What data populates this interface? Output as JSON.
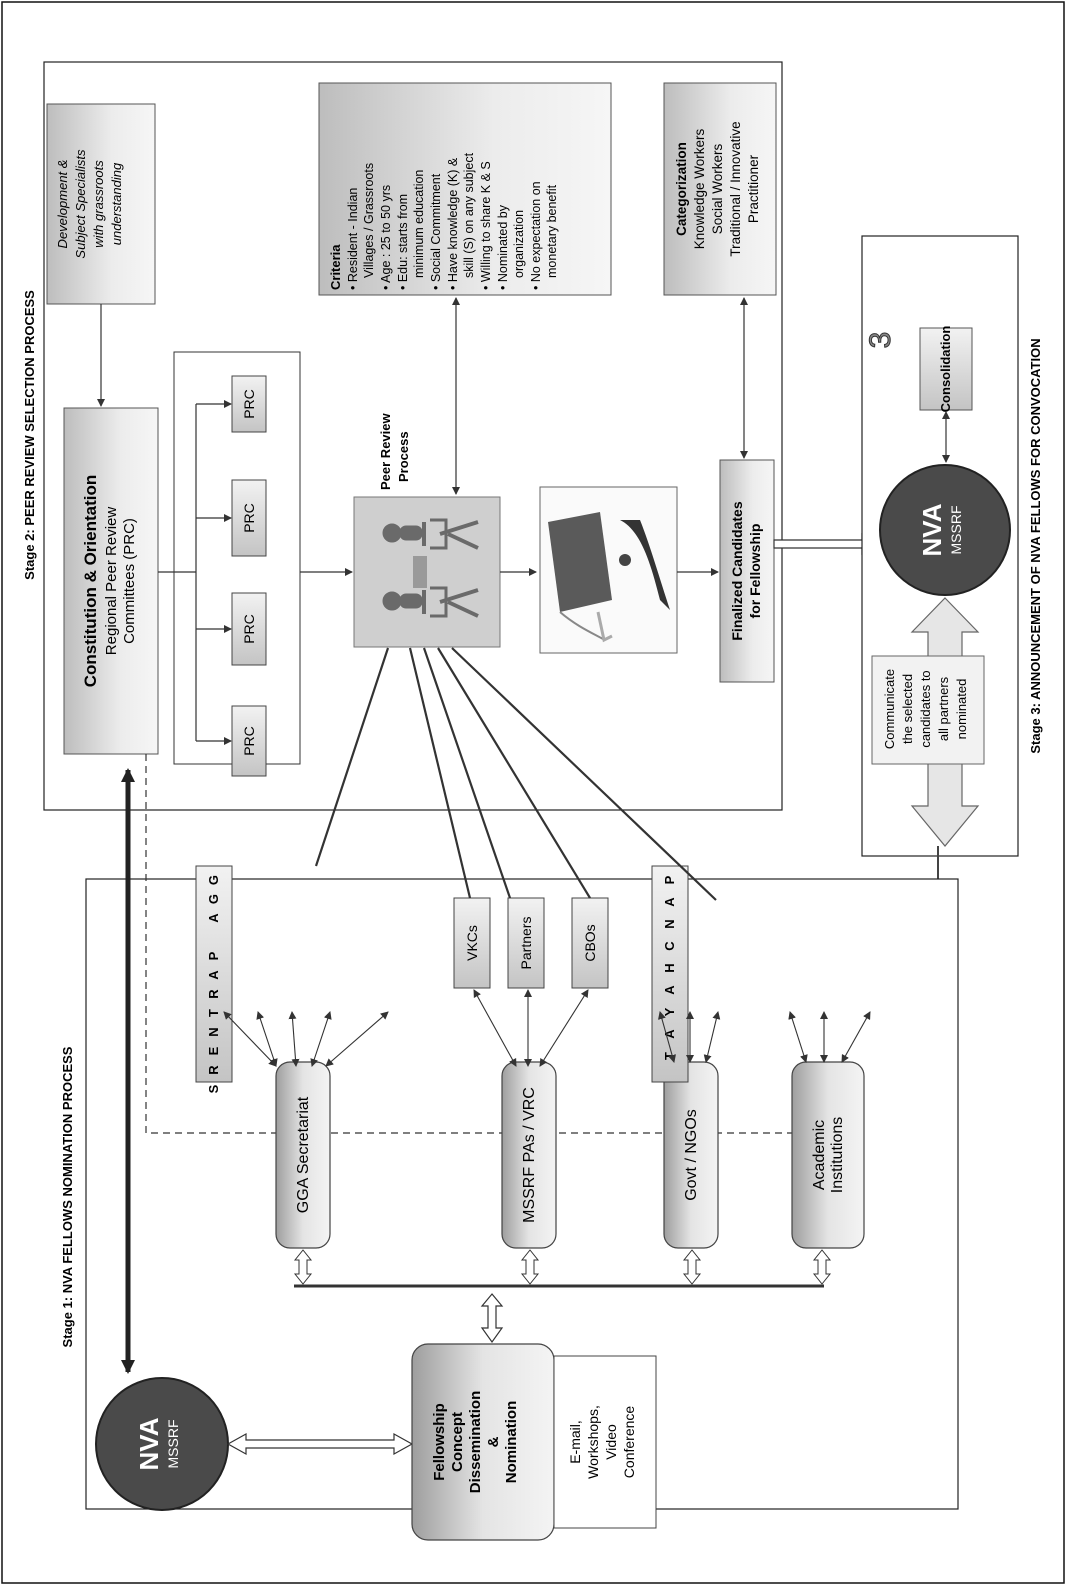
{
  "stage1": {
    "title": "Stage 1: NVA FELLOWS NOMINATION PROCESS",
    "nva_left": {
      "title": "NVA",
      "subtitle": "MSSRF"
    },
    "fellowship_box": [
      "Fellowship",
      "Concept",
      "Dissemination",
      "&",
      "Nomination"
    ],
    "email_box": [
      "E-mail,",
      "Workshops,",
      "Video",
      "Conference"
    ],
    "nodes": [
      "GGA Secretariat",
      "MSSRF PAs / VRC",
      "Govt / NGOs",
      "Academic Institutions"
    ],
    "gga_partners": [
      "G",
      "G",
      "A",
      "",
      "P",
      "A",
      "R",
      "T",
      "N",
      "E",
      "R",
      "S"
    ],
    "small_boxes": [
      "VKCs",
      "Partners",
      "CBOs"
    ],
    "panchayat": [
      "P",
      "A",
      "N",
      "C",
      "H",
      "A",
      "Y",
      "A",
      "T"
    ]
  },
  "stage2": {
    "title": "Stage 2: PEER REVIEW SELECTION PROCESS",
    "specialists": [
      "Development &",
      "Subject Specialists",
      "with grassroots",
      "understanding"
    ],
    "constitution_title": "Constitution & Orientation",
    "constitution_lines": [
      "Regional Peer Review",
      "Committees (PRC)"
    ],
    "prc_label": "PRC",
    "peer_review_label": [
      "Peer Review",
      "Process"
    ],
    "criteria_title": "Criteria",
    "criteria_lines": [
      "• Resident - Indian",
      "Villages / Grassroots",
      "• Age : 25 to 50 yrs",
      "• Edu: starts from",
      "minimum education",
      "• Social Commitment",
      "• Have knowledge (K) &",
      "skill (S) on any subject",
      "• Willing to share K & S",
      "• Nominated by",
      "organization",
      "• No expectation on",
      "monetary benefit"
    ],
    "categorization_title": "Categorization",
    "categorization_lines": [
      "Knowledge Workers",
      "Social Workers",
      "Traditional / Innovative",
      "Practitioner"
    ],
    "finalized": [
      "Finalized Candidates",
      "for Fellowship"
    ]
  },
  "stage3": {
    "title": "Stage 3: ANNOUNCEMENT OF NVA FELLOWS FOR CONVOCATION",
    "nva_right": {
      "title": "NVA",
      "subtitle": "MSSRF"
    },
    "consolidation": "Consolidation",
    "number_badge": "3",
    "communicate": [
      "Communicate",
      "the selected",
      "candidates to",
      "all partners",
      "nominated"
    ]
  },
  "colors": {
    "dark_circle": "#4a4a4a",
    "box_gradient_light": "#f2f2f2",
    "box_gradient_dark": "#bdbdbd",
    "line": "#333333"
  }
}
